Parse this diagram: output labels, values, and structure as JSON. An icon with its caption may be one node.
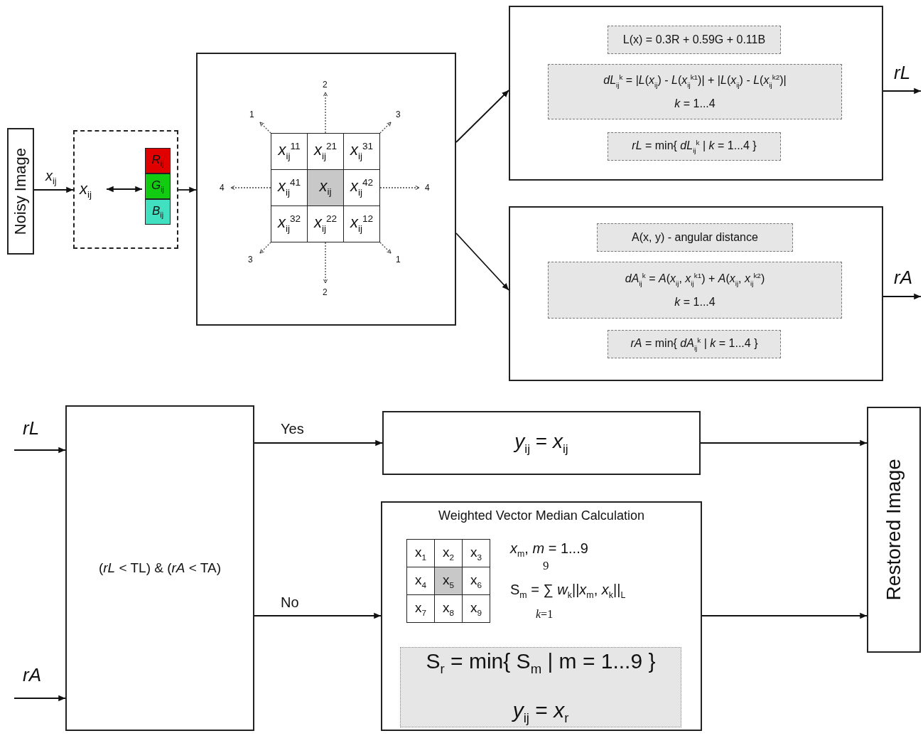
{
  "diagram": {
    "nodes": [
      {
        "text": [
          "Noisy Image"
        ]
      },
      {
        "text": [],
        "shape": "box"
      },
      {
        "text": [
          "*x*$_{ij}$"
        ],
        "in": 1
      },
      {
        "text": [
          "*R*$_{ij}$"
        ],
        "in": 1
      },
      {
        "text": [
          "*G*$_{ij}$"
        ],
        "in": 1
      },
      {
        "text": [
          "*B*$_{ij}$"
        ],
        "in": 1
      },
      {
        "text": [],
        "shape": "box"
      },
      {
        "text": [
          "*x*$_{ij}$$^{11}$"
        ],
        "in": 6
      },
      {
        "text": [
          "*x*$_{ij}$$^{21}$"
        ],
        "in": 6
      },
      {
        "text": [
          "*x*$_{ij}$$^{31}$"
        ],
        "in": 6
      },
      {
        "text": [
          "*x*$_{ij}$$^{41}$"
        ],
        "in": 6
      },
      {
        "text": [
          "*x*$_{ij}$"
        ],
        "in": 6
      },
      {
        "text": [
          "*x*$_{ij}$$^{42}$"
        ],
        "in": 6
      },
      {
        "text": [
          "*x*$_{ij}$$^{32}$"
        ],
        "in": 6
      },
      {
        "text": [
          "*x*$_{ij}$$^{22}$"
        ],
        "in": 6
      },
      {
        "text": [
          "*x*$_{ij}$$^{12}$"
        ],
        "in": 6
      },
      {
        "text": [],
        "shape": "box"
      },
      {
        "text": [
          "L(x) = 0.3R + 0.59G + 0.11B"
        ],
        "in": 16
      },
      {
        "text": [
          "*dL*$_{ij}$$^{k}$ = |*L*(*x*$_{ij}$) - *L*(*x*$_{ij}$$^{k1}$)| + |*L*(*x*$_{ij}$) - *L*(*x*$_{ij}$$^{k2}$)|",
          "*k* = 1...4"
        ],
        "in": 16
      },
      {
        "text": [
          "*rL* = min{ *dL*$_{ij}$$^{k}$ | *k* = 1...4 }"
        ],
        "in": 16
      },
      {
        "text": [],
        "shape": "box"
      },
      {
        "text": [
          "A(x, y) - angular distance"
        ],
        "in": 20
      },
      {
        "text": [
          "*dA*$_{ij}$$^{k}$ = *A*(*x*$_{ij}$, *x*$_{ij}$$^{k1}$) + *A*(*x*$_{ij}$, *x*$_{ij}$$^{k2}$)",
          "*k* = 1...4"
        ],
        "in": 20
      },
      {
        "text": [
          "*rA* = min{ *dA*$_{ij}$$^{k}$ | *k* = 1...4 }"
        ],
        "in": 20
      },
      {
        "text": [
          "(*rL* < TL) & (*rA* < TA)"
        ]
      },
      {
        "text": [
          "*y*$_{ij}$ = *x*$_{ij}$"
        ]
      },
      {
        "text": [
          "Weighted Vector Median Calculation",
          "*x*$_{m}$, *m* = 1...9",
          "S$_{m}$ = ∑ *w*$_{k}$||*x*$_{m}$, *x*$_{k}$||$_{L}$"
        ]
      },
      {
        "text": [
          "x$_{1}$"
        ],
        "in": 26
      },
      {
        "text": [
          "x$_{2}$"
        ],
        "in": 26
      },
      {
        "text": [
          "x$_{3}$"
        ],
        "in": 26
      },
      {
        "text": [
          "x$_{4}$"
        ],
        "in": 26
      },
      {
        "text": [
          "x$_{5}$"
        ],
        "in": 26
      },
      {
        "text": [
          "x$_{6}$"
        ],
        "in": 26
      },
      {
        "text": [
          "x$_{7}$"
        ],
        "in": 26
      },
      {
        "text": [
          "x$_{8}$"
        ],
        "in": 26
      },
      {
        "text": [
          "x$_{9}$"
        ],
        "in": 26
      },
      {
        "text": [
          "S$_{r}$ = min{ S$_{m}$ | m = 1...9 }",
          "*y*$_{ij}$ = *x*$_{r}$"
        ],
        "in": 26
      },
      {
        "text": [
          "Restored Image"
        ]
      }
    ],
    "edges": [
      {
        "from": 0,
        "to": 1,
        "arrow": "to",
        "label": "*x*$_{ij}$"
      },
      {
        "from": 2,
        "to": 4,
        "arrow": "both"
      },
      {
        "from": 1,
        "to": 6,
        "arrow": "to"
      },
      {
        "from": 6,
        "to": 16,
        "arrow": "to"
      },
      {
        "from": 6,
        "to": 20,
        "arrow": "to"
      },
      {
        "from": 16,
        "to": null,
        "arrow": "to",
        "label": "rL"
      },
      {
        "from": 20,
        "to": null,
        "arrow": "to",
        "label": "rA"
      },
      {
        "from": null,
        "to": 24,
        "arrow": "to",
        "label": "rL"
      },
      {
        "from": null,
        "to": 24,
        "arrow": "to",
        "label": "rA"
      },
      {
        "from": 24,
        "to": 25,
        "arrow": "to",
        "label": "Yes"
      },
      {
        "from": 24,
        "to": 26,
        "arrow": "to",
        "label": "No"
      },
      {
        "from": 25,
        "to": 37,
        "arrow": "to"
      },
      {
        "from": 26,
        "to": 37,
        "arrow": "to"
      }
    ],
    "labels": [
      "2",
      "1",
      "3",
      "4",
      "4",
      "3",
      "1",
      "2",
      "9",
      "*k*=1"
    ]
  }
}
